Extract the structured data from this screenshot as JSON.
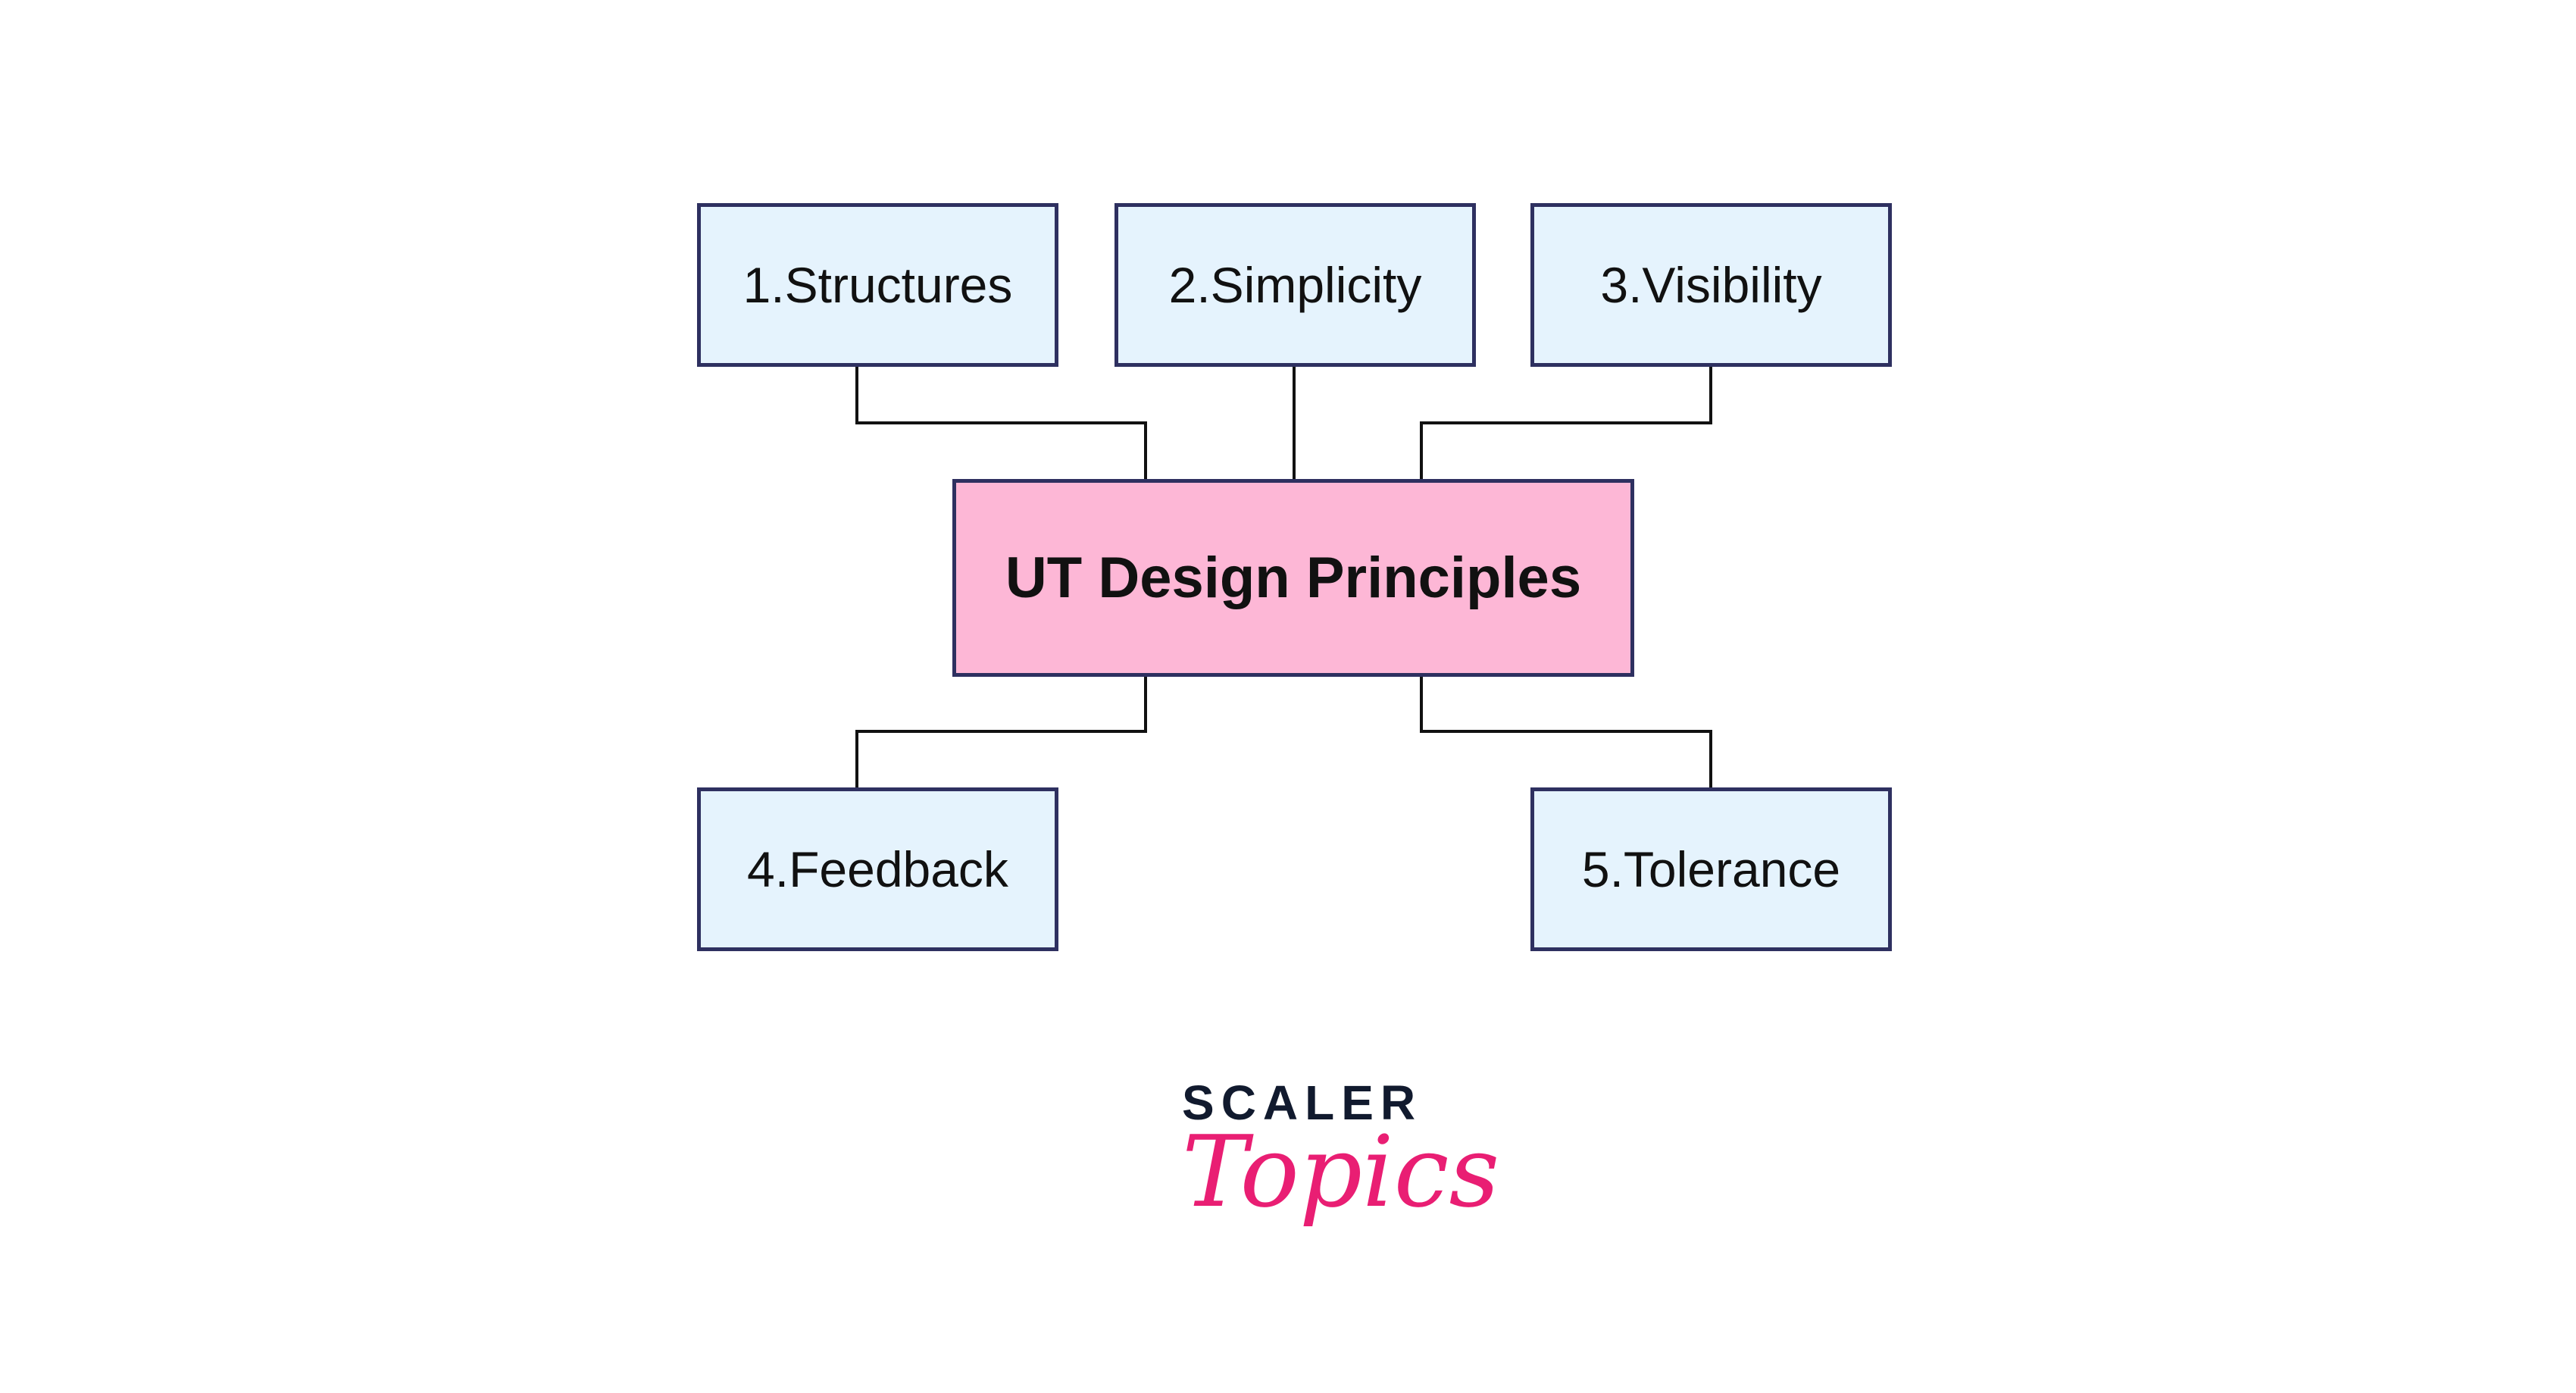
{
  "diagram": {
    "center": "UT Design Principles",
    "principles": [
      {
        "label": "1.Structures"
      },
      {
        "label": "2.Simplicity"
      },
      {
        "label": "3.Visibility"
      },
      {
        "label": "4.Feedback"
      },
      {
        "label": "5.Tolerance"
      }
    ]
  },
  "logo": {
    "line1": "SCALER",
    "line2": "Topics"
  },
  "colors": {
    "border": "#2e3060",
    "leaf_fill": "#e5f3fd",
    "center_fill": "#fdb7d6",
    "brand_pink": "#e91e73"
  }
}
